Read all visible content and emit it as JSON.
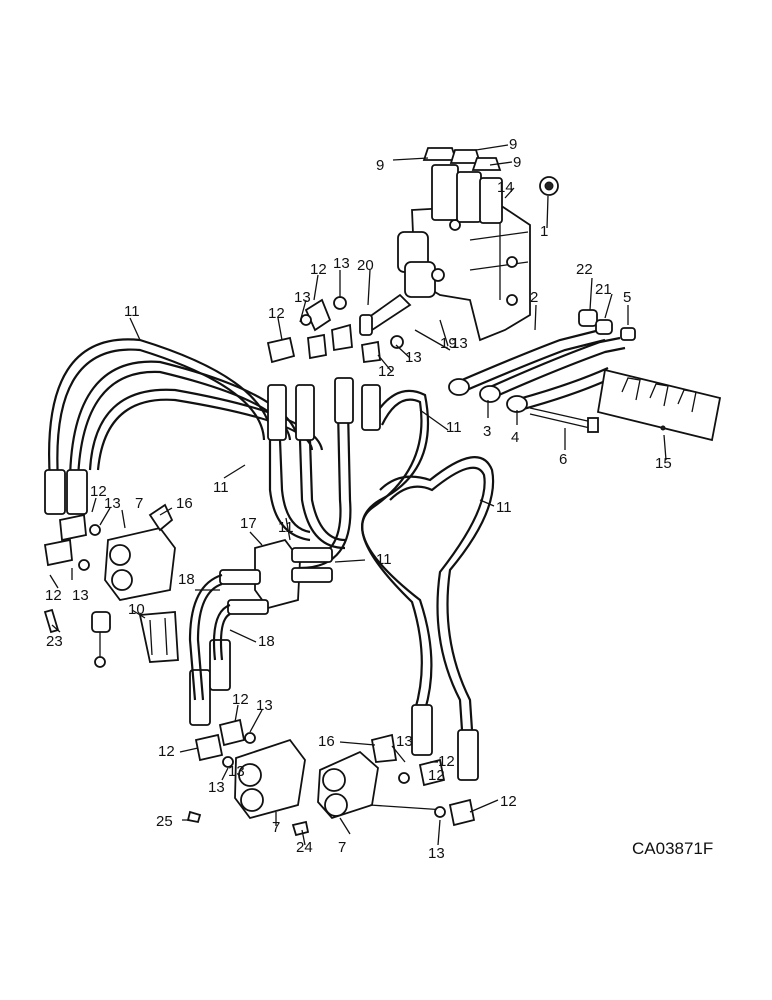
{
  "drawing_code": "CA03871F",
  "callouts": [
    "9",
    "9",
    "9",
    "14",
    "1",
    "12",
    "13",
    "20",
    "13",
    "12",
    "19",
    "13",
    "12",
    "13",
    "2",
    "22",
    "21",
    "5",
    "11",
    "3",
    "4",
    "6",
    "15",
    "11",
    "11",
    "11",
    "12",
    "13",
    "7",
    "16",
    "17",
    "11",
    "11",
    "12",
    "13",
    "18",
    "10",
    "23",
    "18",
    "12",
    "13",
    "12",
    "13",
    "16",
    "13",
    "12",
    "12",
    "13",
    "7",
    "7",
    "24",
    "25",
    "13",
    "12"
  ]
}
